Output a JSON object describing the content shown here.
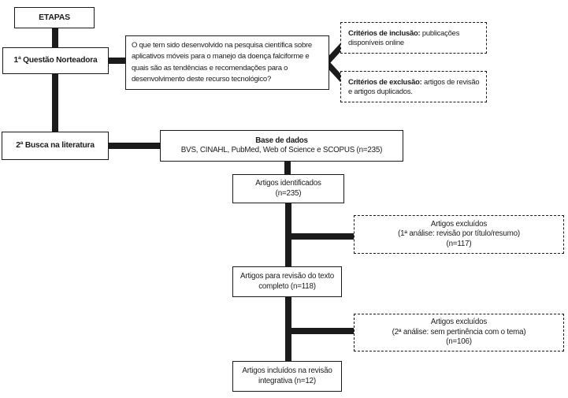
{
  "colors": {
    "ink": "#1b1b1b",
    "background": "#ffffff"
  },
  "flowchart": {
    "etapas": "ETAPAS",
    "questao_norteadora": "1ª Questão Norteadora",
    "pergunta": {
      "line1": "O que tem sido desenvolvido na pesquisa científica sobre",
      "line2": "aplicativos móveis para o manejo da doença falciforme e",
      "line3": "quais são as tendências e recomendações para o",
      "line4": "desenvolvimento deste recurso tecnológico?"
    },
    "criterios_inclusao": {
      "label": "Critérios de inclusão:",
      "text": " publicações disponíveis online"
    },
    "criterios_exclusao": {
      "label": "Critérios de exclusão:",
      "text": " artigos de revisão e artigos duplicados."
    },
    "busca_literatura": "2ª Busca na literatura",
    "base_dados": {
      "title": "Base de dados",
      "detail": "BVS, CINAHL, PubMed, Web of Science e SCOPUS (n=235)"
    },
    "artigos_identificados": {
      "line1": "Artigos identificados",
      "line2": "(n=235)"
    },
    "artigos_excluidos_1": {
      "line1": "Artigos excluídos",
      "line2": "(1ª análise: revisão por título/resumo)",
      "line3": "(n=117)"
    },
    "revisao_texto_completo": "Artigos para revisão do texto completo (n=118)",
    "artigos_excluidos_2": {
      "line1": "Artigos excluídos",
      "line2": "(2ª análise: sem pertinência com o tema)",
      "line3": "(n=106)"
    },
    "artigos_incluidos": "Artigos incluídos na revisão integrativa (n=12)"
  }
}
